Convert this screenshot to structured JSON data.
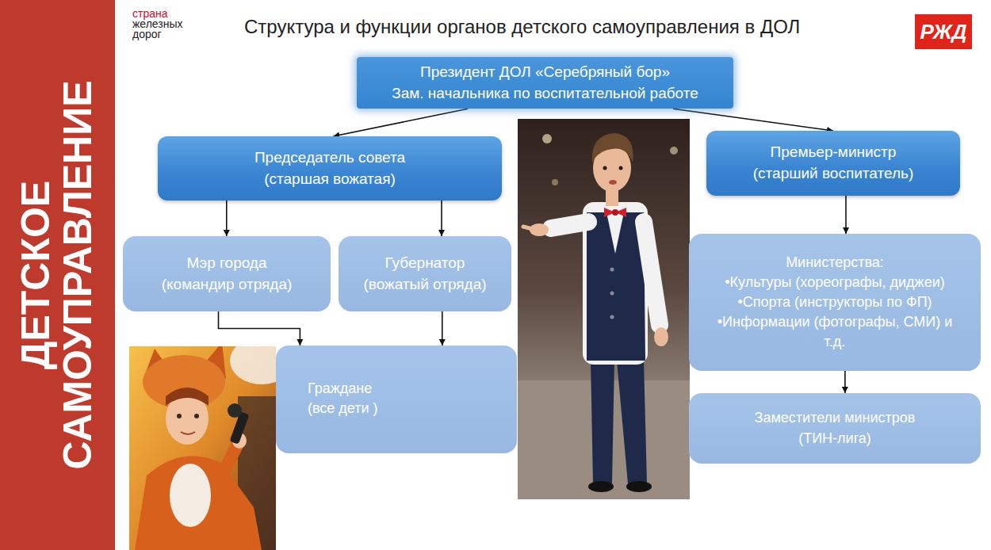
{
  "diagram": {
    "title": "Структура и функции органов детского самоуправления в ДОЛ",
    "nodes": [
      {
        "text": [
          "Президент ДОЛ «Серебряный бор»",
          "Зам. начальника по воспитательной работе"
        ]
      },
      {
        "text": [
          "Председатель совета",
          "(старшая вожатая)"
        ]
      },
      {
        "text": [
          "Премьер-министр",
          "(старший воспитатель)"
        ]
      },
      {
        "text": [
          "Мэр города",
          "(командир отряда)"
        ]
      },
      {
        "text": [
          "Губернатор",
          "(вожатый отряда)"
        ]
      },
      {
        "text": [
          "Министерства:",
          "•Культуры (хореографы, диджеи)",
          "•Спорта (инструкторы по ФП)",
          "•Информации (фотографы, СМИ) и т.д."
        ]
      },
      {
        "text": [
          "Граждане",
          "(все дети )"
        ]
      },
      {
        "text": [
          "Заместители министров",
          "(ТИН-лига)"
        ]
      }
    ],
    "edges": [
      {
        "from": 0,
        "to": 1,
        "arrow": "to"
      },
      {
        "from": 0,
        "to": 2,
        "arrow": "to"
      },
      {
        "from": 1,
        "to": 3,
        "arrow": "to"
      },
      {
        "from": 1,
        "to": 4,
        "arrow": "to"
      },
      {
        "from": 2,
        "to": 5,
        "arrow": "to"
      },
      {
        "from": 3,
        "to": 6,
        "arrow": "to"
      },
      {
        "from": 4,
        "to": 6,
        "arrow": "to"
      },
      {
        "from": 5,
        "to": 7,
        "arrow": "to"
      }
    ],
    "labels": [
      "ДЕТСКОЕ САМОУПРАВЛЕНИЕ",
      "страна",
      "железных дорог",
      "РЖД"
    ]
  }
}
